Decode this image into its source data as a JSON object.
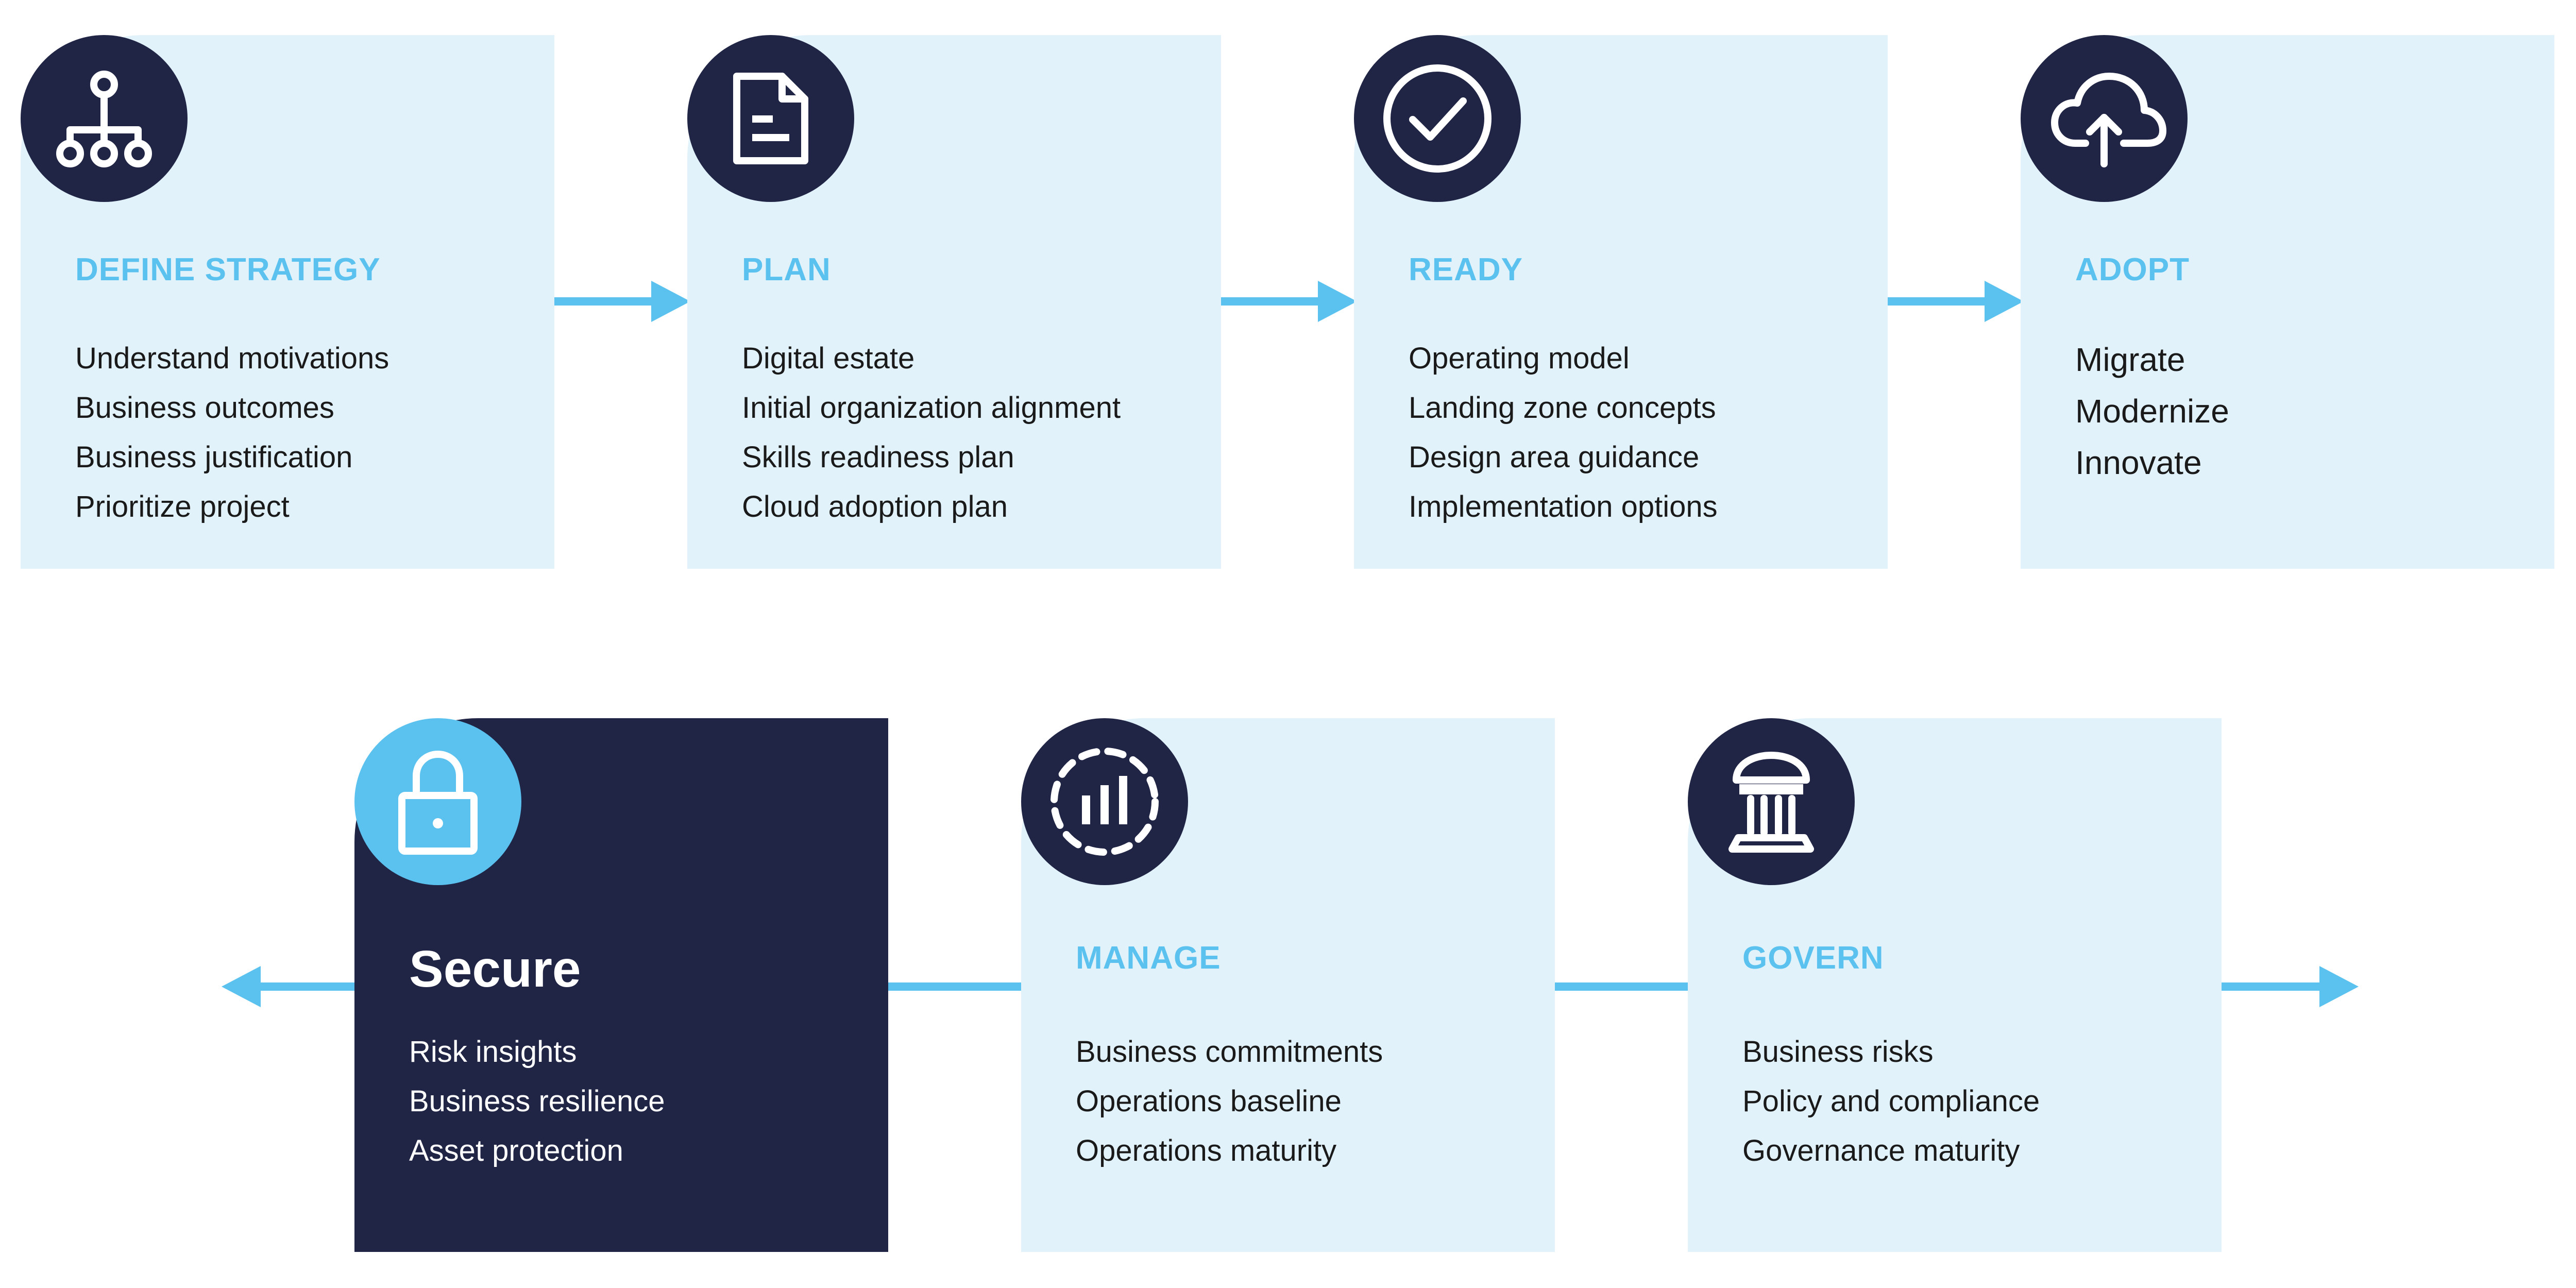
{
  "colors": {
    "card_bg": "#e1f2fa",
    "dark": "#202546",
    "accent": "#5bc2f0",
    "text": "#1a1a1a"
  },
  "top_row": [
    {
      "title": "DEFINE STRATEGY",
      "icon": "hierarchy-icon",
      "items": [
        "Understand motivations",
        "Business outcomes",
        "Business justification",
        "Prioritize project"
      ]
    },
    {
      "title": "PLAN",
      "icon": "document-icon",
      "items": [
        "Digital estate",
        "Initial organization alignment",
        "Skills readiness plan",
        "Cloud adoption plan"
      ]
    },
    {
      "title": "READY",
      "icon": "check-circle-icon",
      "items": [
        "Operating model",
        "Landing zone concepts",
        "Design area guidance",
        "Implementation options"
      ]
    },
    {
      "title": "ADOPT",
      "icon": "cloud-upload-icon",
      "items": [
        "Migrate",
        "Modernize",
        "Innovate"
      ]
    }
  ],
  "bottom_row": [
    {
      "title": "Secure",
      "icon": "lock-icon",
      "items": [
        "Risk insights",
        "Business resilience",
        "Asset protection"
      ]
    },
    {
      "title": "MANAGE",
      "icon": "chart-monitor-icon",
      "items": [
        "Business commitments",
        "Operations baseline",
        "Operations maturity"
      ]
    },
    {
      "title": "GOVERN",
      "icon": "institution-icon",
      "items": [
        "Business risks",
        "Policy and compliance",
        "Governance maturity"
      ]
    }
  ]
}
